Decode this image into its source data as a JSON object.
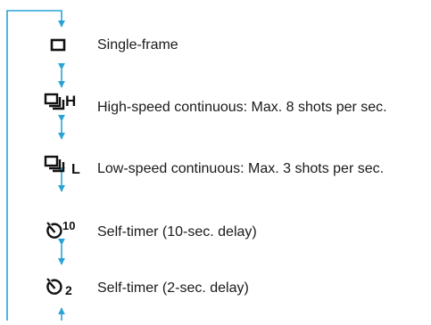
{
  "accent_color": "#29a3d6",
  "modes": [
    {
      "icon": "single-frame-icon",
      "label": "Single-frame"
    },
    {
      "icon": "high-speed-continuous-icon",
      "icon_letter": "H",
      "label": "High-speed continuous: Max. 8 shots per sec."
    },
    {
      "icon": "low-speed-continuous-icon",
      "icon_letter": "L",
      "label": "Low-speed continuous: Max. 3 shots per sec."
    },
    {
      "icon": "self-timer-10-icon",
      "icon_number": "10",
      "label": "Self-timer (10-sec. delay)"
    },
    {
      "icon": "self-timer-2-icon",
      "icon_number": "2",
      "label": "Self-timer (2-sec. delay)"
    }
  ]
}
